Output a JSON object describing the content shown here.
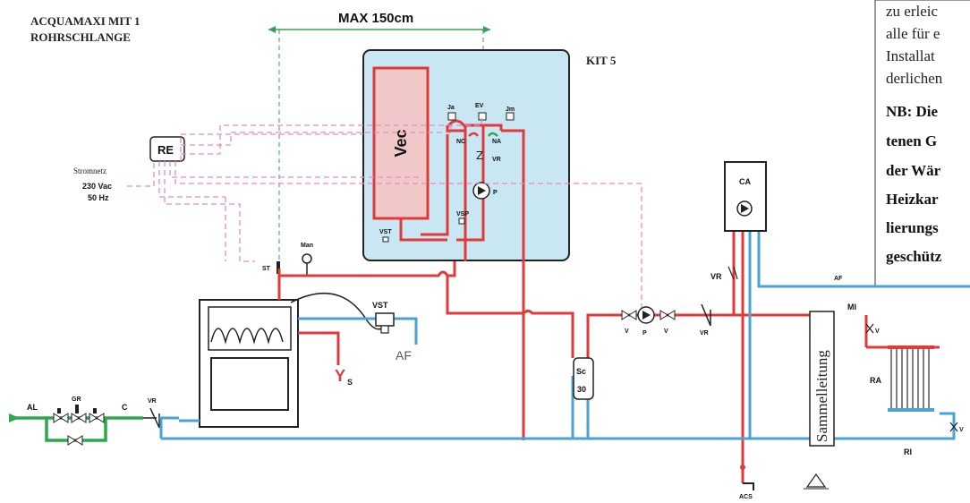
{
  "title": {
    "line1": "ACQUAMAXI MIT 1",
    "line2": "ROHRSCHLANGE"
  },
  "dimension": {
    "label": "MAX 150cm"
  },
  "kit": {
    "label": "KIT 5"
  },
  "regulator": {
    "label": "RE"
  },
  "power": {
    "line1": "Stromnetz",
    "line2": "230 Vac",
    "line3": "50 Hz"
  },
  "kit_labels": {
    "vec": "Vec",
    "ja": "Ja",
    "ev": "EV",
    "jm": "Jm",
    "nc": "NC",
    "na": "NA",
    "vr": "VR",
    "p": "P",
    "vst": "VST",
    "vsp": "VSP"
  },
  "labels": {
    "st": "ST",
    "man": "Man",
    "vst": "VST",
    "af": "AF",
    "ys_y": "Y",
    "ys_s": "S",
    "al": "AL",
    "gr": "GR",
    "c": "C",
    "vr_valve": "VR",
    "sc_top": "Sc",
    "sc_bottom": "30",
    "v1": "V",
    "p": "P",
    "v2": "V",
    "vr_line": "VR",
    "ca": "CA",
    "vr_ca": "VR",
    "af_right": "AF",
    "mi": "MI",
    "v_mi": "V",
    "ra": "RA",
    "v_ri": "V",
    "ri": "RI",
    "acs": "ACS",
    "manifold": "Sammelleitung"
  },
  "note": {
    "lines": [
      "zu erleic",
      "alle für e",
      "Installat",
      "derlichen"
    ],
    "bold_lines": [
      "NB: Die",
      "tenen G",
      "der Wär",
      "Heizkar",
      "lierungs",
      "geschütz"
    ]
  },
  "colors": {
    "red": "#e03a3a",
    "blue": "#4aa3d4",
    "green": "#2aa84a",
    "pink": "#e98ac2",
    "kit_bg": "#c9e6f3",
    "dim_green": "#3a9e5a",
    "dark": "#222222"
  }
}
